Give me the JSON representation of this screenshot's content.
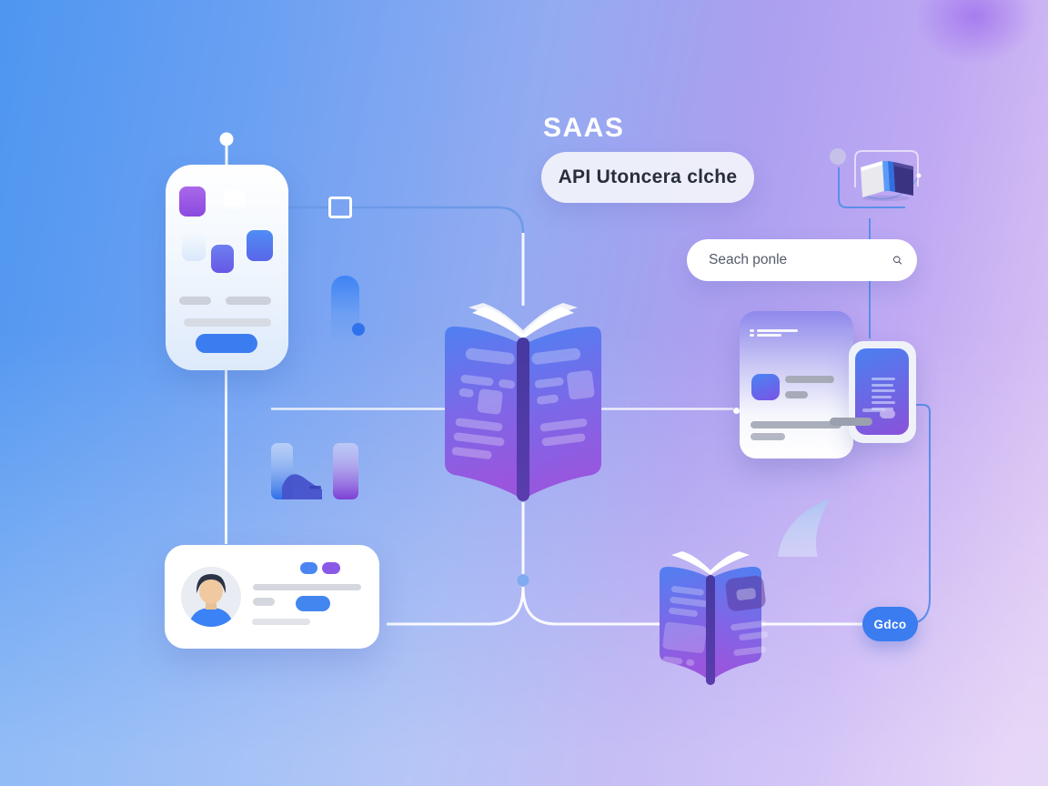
{
  "header": {
    "title": "SAAS",
    "tagline": "API Utoncera clche"
  },
  "search": {
    "placeholder": "Seach ponle",
    "icon": "search-icon"
  },
  "cta": {
    "label": "Gdco"
  },
  "icons": {
    "main_illustration": "open-book-icon",
    "secondary_illustration": "open-book-icon",
    "corner_illustration": "closed-book-icon",
    "chart_shape": "wave-chart-icon",
    "avatar": "person-avatar"
  },
  "colors": {
    "accent_blue": "#3b7cf0",
    "accent_purple": "#8a52d8",
    "bg_left": "#4e96f1",
    "bg_right": "#dcc4f3",
    "wire_white": "#ffffff",
    "wire_blue": "#6d9ae8"
  }
}
